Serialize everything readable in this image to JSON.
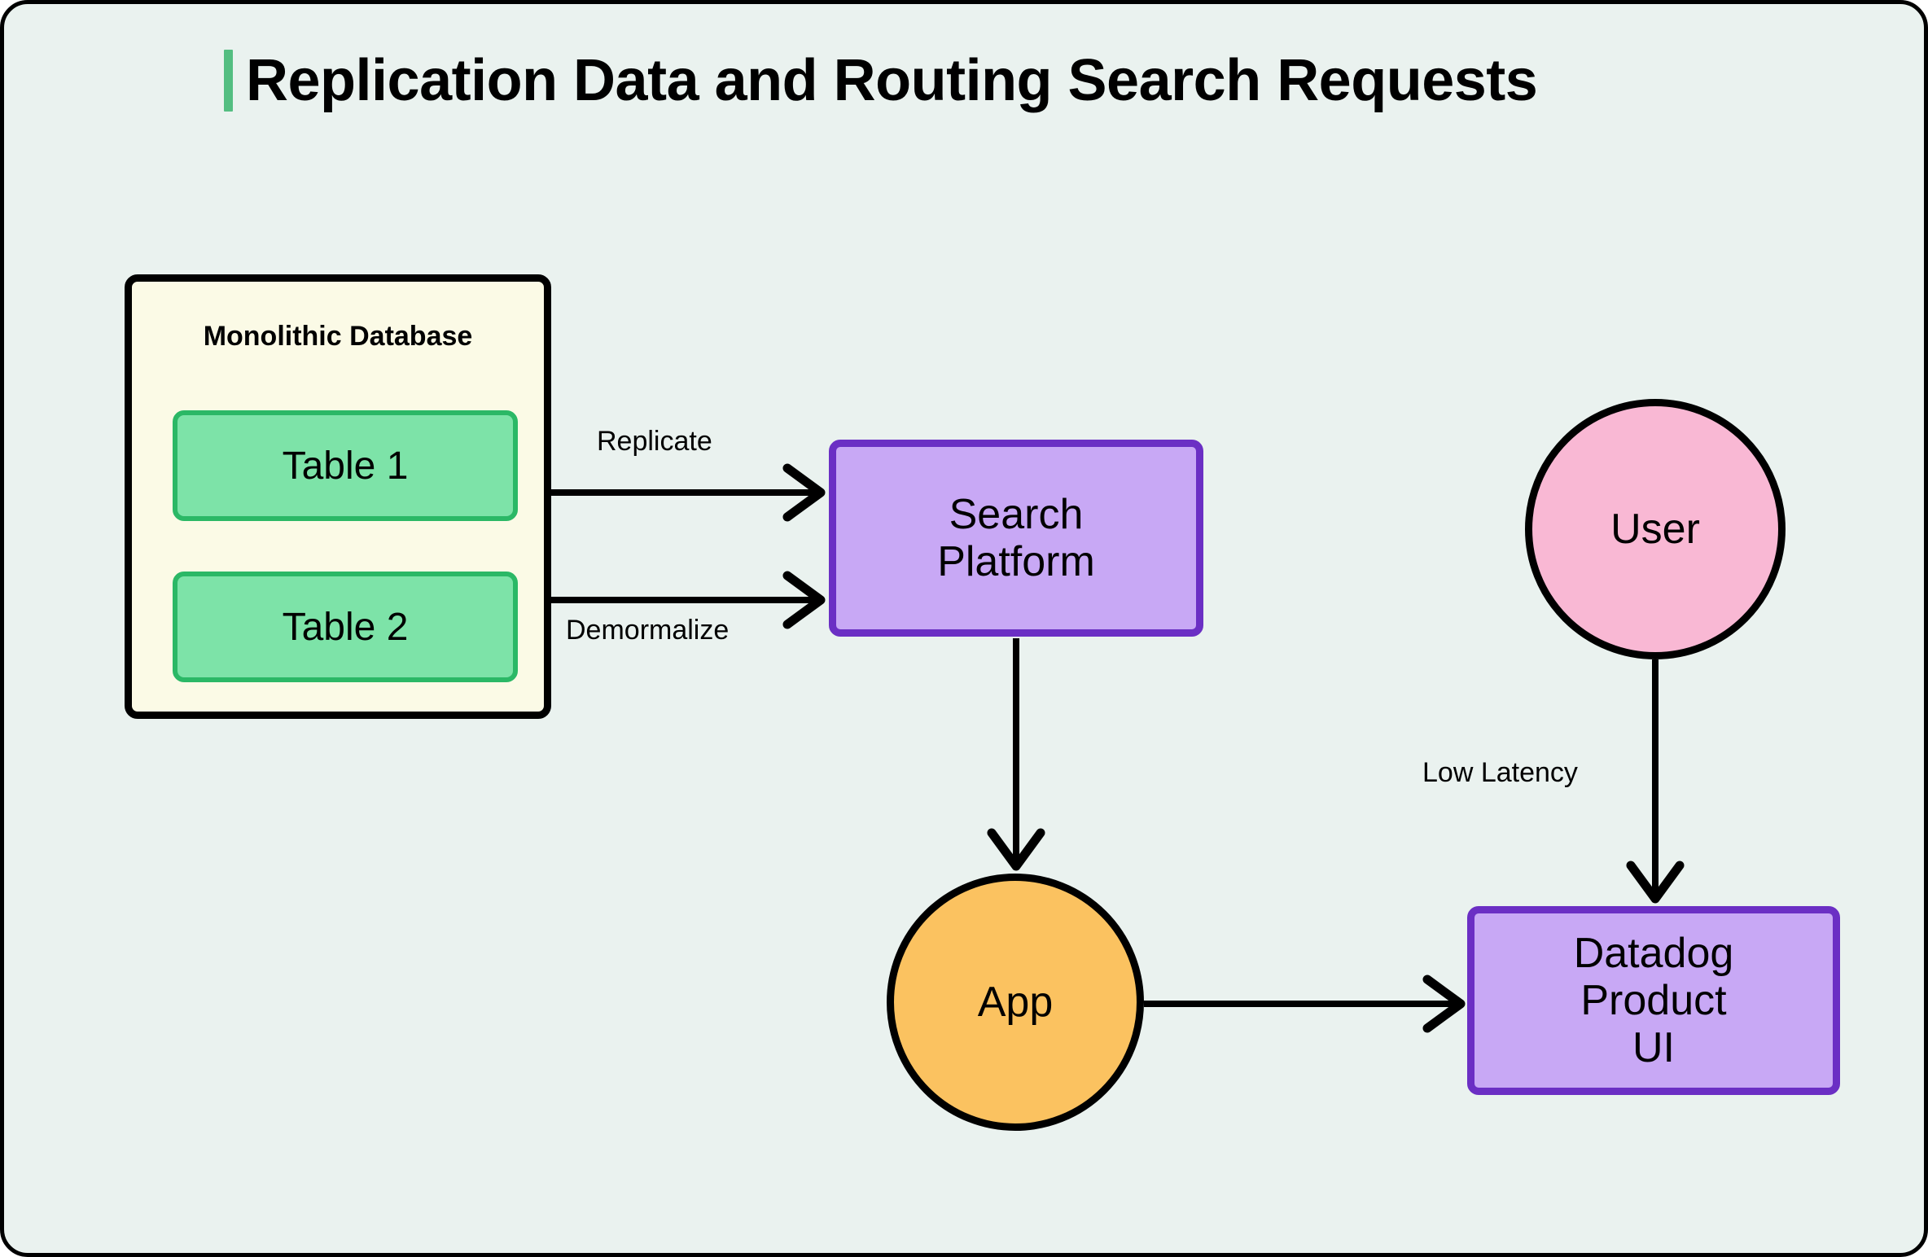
{
  "canvas": {
    "background_color": "#EAF2EF",
    "border_color": "#000000"
  },
  "header": {
    "title": "Replication Data and Routing Search Requests",
    "accent_color": "#54BE81"
  },
  "diagram": {
    "type": "flowchart",
    "nodes": [
      {
        "id": "monolithic-database",
        "label": "Monolithic Database",
        "shape": "container-rounded-rect",
        "fill": "#FBFAE6",
        "stroke": "#000000"
      },
      {
        "id": "table-1",
        "label": "Table 1",
        "shape": "rounded-rect",
        "fill": "#7DE3A8",
        "stroke": "#2BB866",
        "parent": "monolithic-database"
      },
      {
        "id": "table-2",
        "label": "Table 2",
        "shape": "rounded-rect",
        "fill": "#7DE3A8",
        "stroke": "#2BB866",
        "parent": "monolithic-database"
      },
      {
        "id": "search-platform",
        "label": "Search\nPlatform",
        "shape": "rounded-rect",
        "fill": "#C8A8F5",
        "stroke": "#6B2FC4"
      },
      {
        "id": "user",
        "label": "User",
        "shape": "circle",
        "fill": "#F9B8D4",
        "stroke": "#000000"
      },
      {
        "id": "app",
        "label": "App",
        "shape": "circle",
        "fill": "#FBC260",
        "stroke": "#000000"
      },
      {
        "id": "datadog-product-ui",
        "label": "Datadog\nProduct\nUI",
        "shape": "rounded-rect",
        "fill": "#C8A8F5",
        "stroke": "#6B2FC4"
      }
    ],
    "edges": [
      {
        "id": "edge-replicate",
        "from": "table-1",
        "to": "search-platform",
        "label": "Replicate",
        "direction": "right"
      },
      {
        "id": "edge-demormalize",
        "from": "table-2",
        "to": "search-platform",
        "label": "Demormalize",
        "direction": "right"
      },
      {
        "id": "edge-search-to-app",
        "from": "search-platform",
        "to": "app",
        "label": "",
        "direction": "down"
      },
      {
        "id": "edge-app-to-ui",
        "from": "app",
        "to": "datadog-product-ui",
        "label": "",
        "direction": "right"
      },
      {
        "id": "edge-user-to-ui",
        "from": "user",
        "to": "datadog-product-ui",
        "label": "Low Latency",
        "direction": "down"
      }
    ]
  }
}
